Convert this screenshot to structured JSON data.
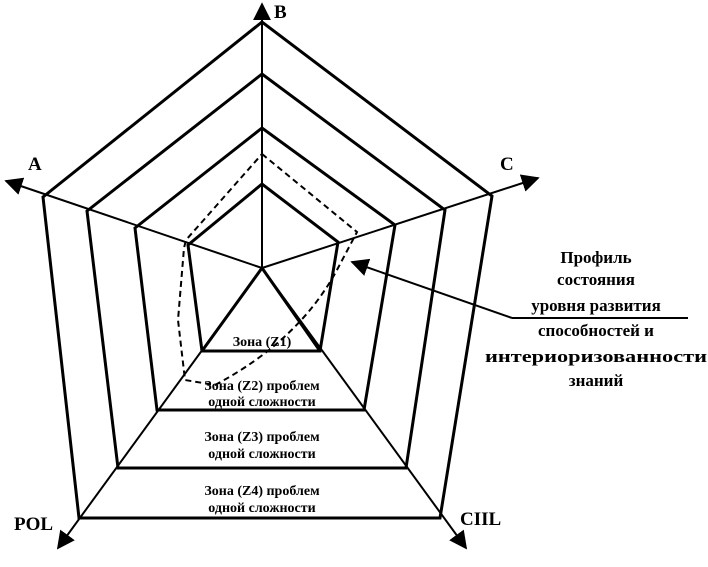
{
  "axes": {
    "top": "B",
    "left": "A",
    "right": "C",
    "bottom_left": "POL",
    "bottom_right": "CIIL"
  },
  "zones": {
    "z1": "Зона (Z1)",
    "z2_line1": "Зона (Z2) проблем",
    "z2_line2": "одной сложности",
    "z3_line1": "Зона (Z3) проблем",
    "z3_line2": "одной сложности",
    "z4_line1": "Зона (Z4) проблем",
    "z4_line2": "одной сложности"
  },
  "callout": {
    "line1": "Профиль",
    "line2": "состояния",
    "line3": "уровня развития",
    "line4": "способностей и",
    "line5": "интериоризованности",
    "line6": "знаний"
  },
  "colors": {
    "stroke": "#000000",
    "background": "#ffffff"
  }
}
